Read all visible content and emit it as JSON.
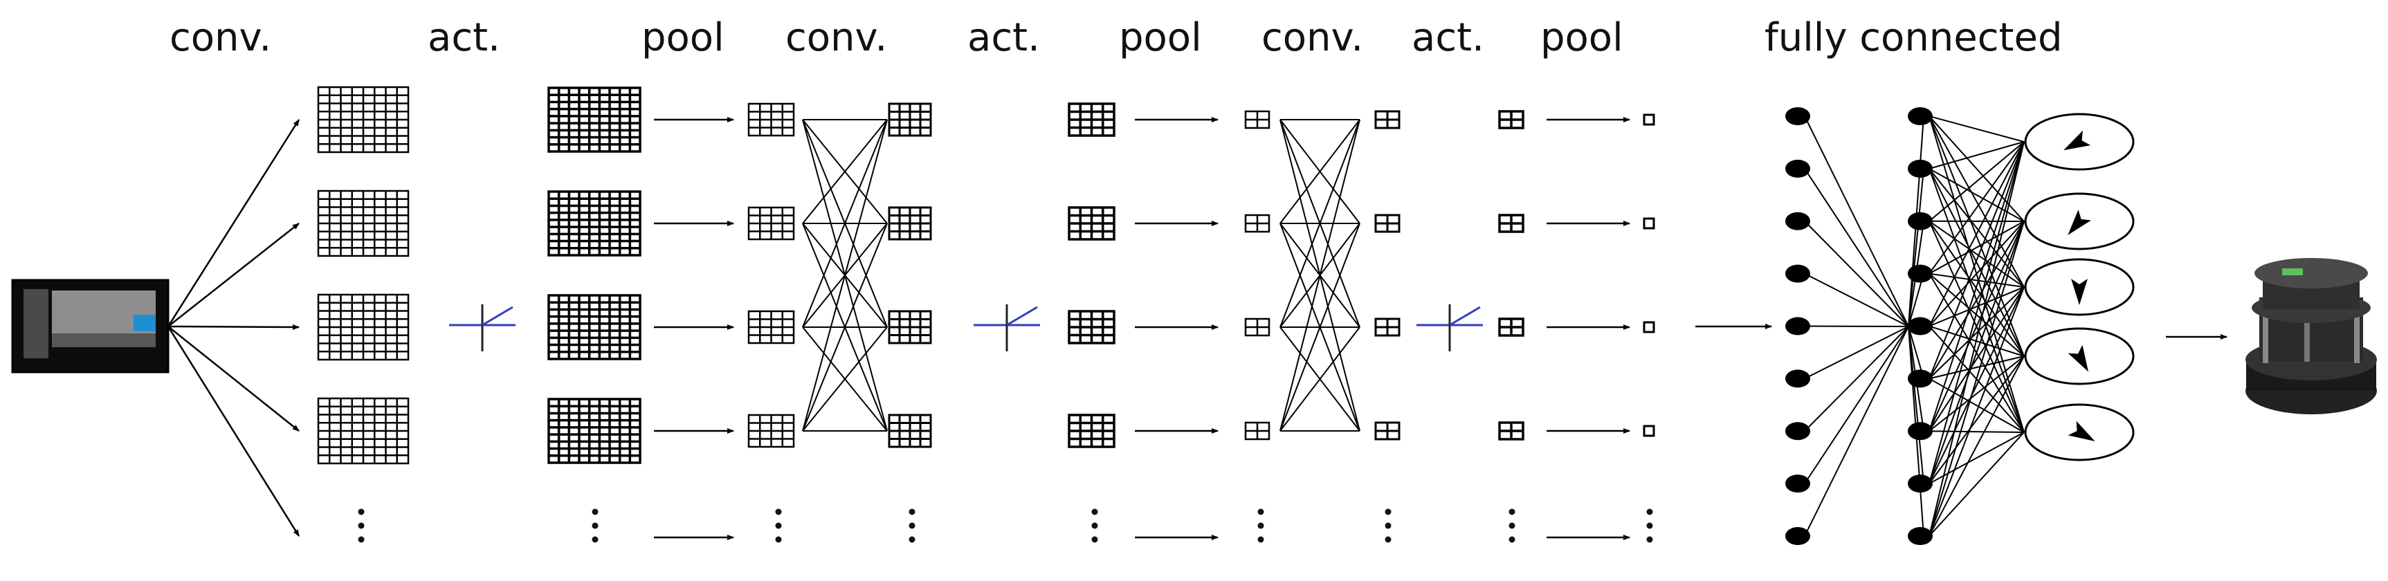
{
  "stage_labels": [
    {
      "id": "conv1",
      "text": "conv."
    },
    {
      "id": "act1",
      "text": "act."
    },
    {
      "id": "pool1",
      "text": "pool"
    },
    {
      "id": "conv2",
      "text": "conv."
    },
    {
      "id": "act2",
      "text": "act."
    },
    {
      "id": "pool2",
      "text": "pool"
    },
    {
      "id": "conv3",
      "text": "conv."
    },
    {
      "id": "act3",
      "text": "act."
    },
    {
      "id": "pool3",
      "text": "pool"
    },
    {
      "id": "fc",
      "text": "fully connected"
    }
  ],
  "feature_map_rows": 4,
  "fc_layer1_nodes": 9,
  "fc_layer2_nodes": 9,
  "output_actions": [
    {
      "name": "hard-left-icon"
    },
    {
      "name": "left-icon"
    },
    {
      "name": "forward-icon"
    },
    {
      "name": "right-icon"
    },
    {
      "name": "hard-right-icon"
    }
  ],
  "colors": {
    "line": "#000000",
    "activation": "#2f3fbf",
    "input_highlight": "#1f8fd0"
  }
}
